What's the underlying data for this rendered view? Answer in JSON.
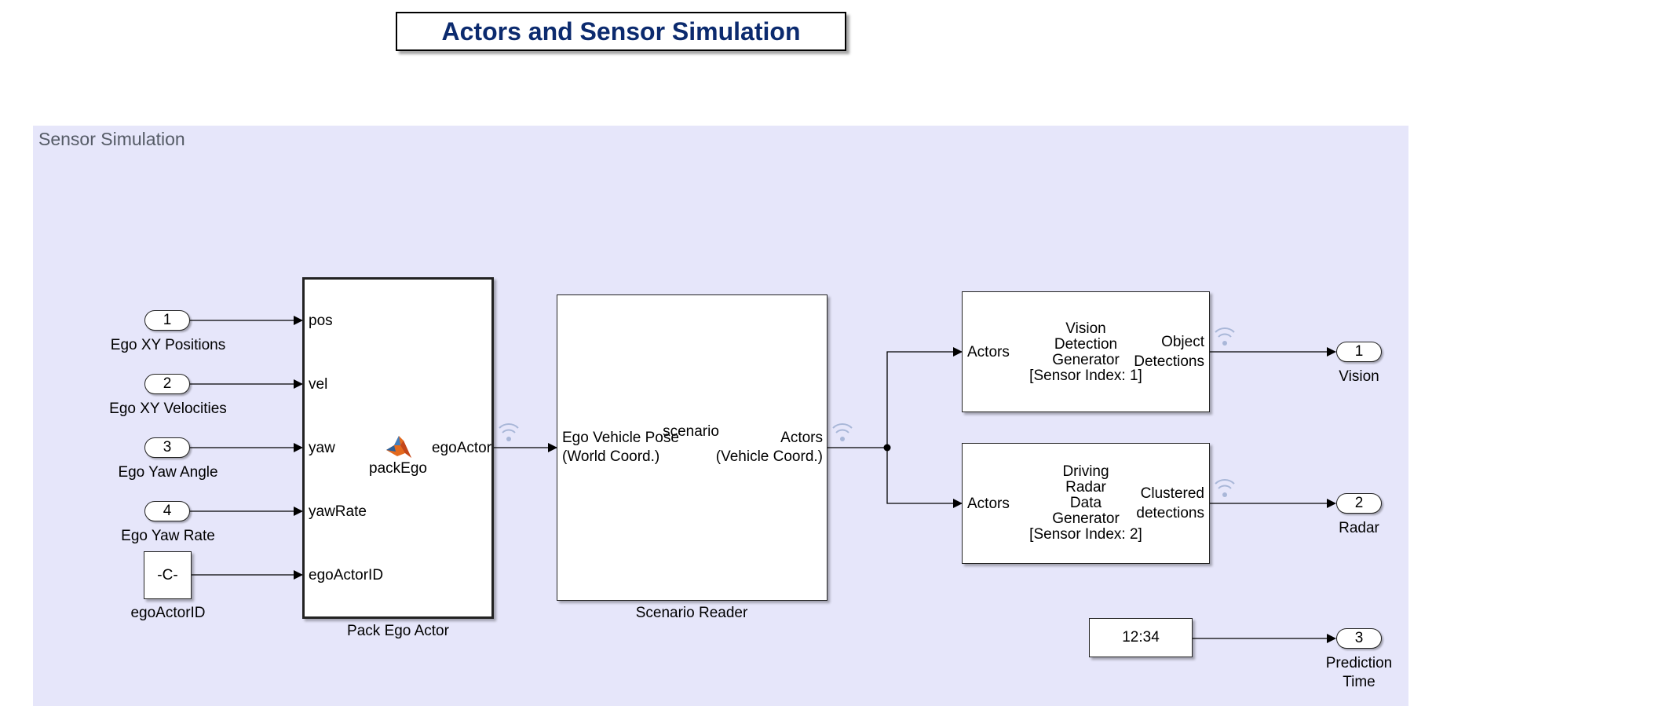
{
  "title": "Actors and Sensor Simulation",
  "area_label": "Sensor Simulation",
  "inports": [
    {
      "number": "1",
      "label": "Ego XY Positions"
    },
    {
      "number": "2",
      "label": "Ego XY Velocities"
    },
    {
      "number": "3",
      "label": "Ego Yaw Angle"
    },
    {
      "number": "4",
      "label": "Ego Yaw Rate"
    }
  ],
  "constant": {
    "value": "-C-",
    "label": "egoActorID"
  },
  "pack_ego": {
    "name": "Pack Ego Actor",
    "function_name": "packEgo",
    "inputs": [
      "pos",
      "vel",
      "yaw",
      "yawRate",
      "egoActorID"
    ],
    "output": "egoActor"
  },
  "scenario_reader": {
    "name": "Scenario Reader",
    "center_label": "scenario",
    "input_line1": "Ego Vehicle Pose",
    "input_line2": "(World Coord.)",
    "output_line1": "Actors",
    "output_line2": "(Vehicle Coord.)"
  },
  "vision": {
    "input": "Actors",
    "title_lines": [
      "Vision",
      "Detection",
      "Generator",
      "[Sensor Index: 1]"
    ],
    "output_lines": [
      "Object",
      "Detections"
    ]
  },
  "radar": {
    "input": "Actors",
    "title_lines": [
      "Driving",
      "Radar",
      "Data",
      "Generator",
      "[Sensor Index: 2]"
    ],
    "output_lines": [
      "Clustered",
      "detections"
    ]
  },
  "clock": {
    "value": "12:34"
  },
  "outports": [
    {
      "number": "1",
      "label": "Vision"
    },
    {
      "number": "2",
      "label": "Radar"
    },
    {
      "number": "3",
      "label_line1": "Prediction",
      "label_line2": "Time"
    }
  ],
  "colors": {
    "title": "#0b2a6e",
    "area_background": "#e6e6fa",
    "area_label": "#555b66",
    "signal_icon": "#a9b7d8"
  }
}
